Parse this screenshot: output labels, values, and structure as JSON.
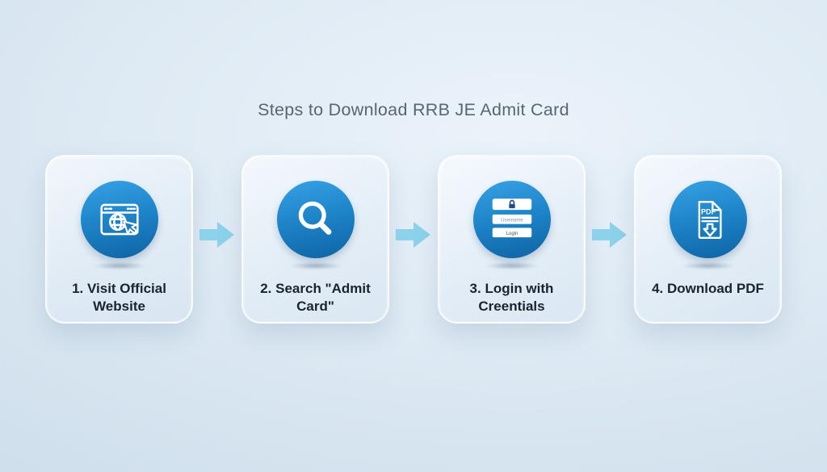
{
  "title": "Steps to Download RRB JE Admit Card",
  "steps": [
    {
      "label": "1. Visit Official Website",
      "icon": "browser-globe-cursor-icon"
    },
    {
      "label": "2. Search \"Admit Card\"",
      "icon": "magnifier-icon"
    },
    {
      "label_line1": "3. Login with",
      "label_line2": "Creentials",
      "icon": "login-form-icon",
      "form": {
        "username_field": "Username",
        "login_button": "Login"
      }
    },
    {
      "label": "4. Download PDF",
      "icon": "pdf-download-icon",
      "pdf_badge": "PDF"
    }
  ],
  "colors": {
    "background": "#d5e3ef",
    "circle_blue_top": "#36a2e5",
    "circle_blue_bottom": "#0e63a4",
    "arrow_blue": "#8bd2ea",
    "title_text": "#5a6472",
    "label_text": "#1b2330",
    "card_border": "#ffffff",
    "lock_glyph": "#1e4e86"
  }
}
